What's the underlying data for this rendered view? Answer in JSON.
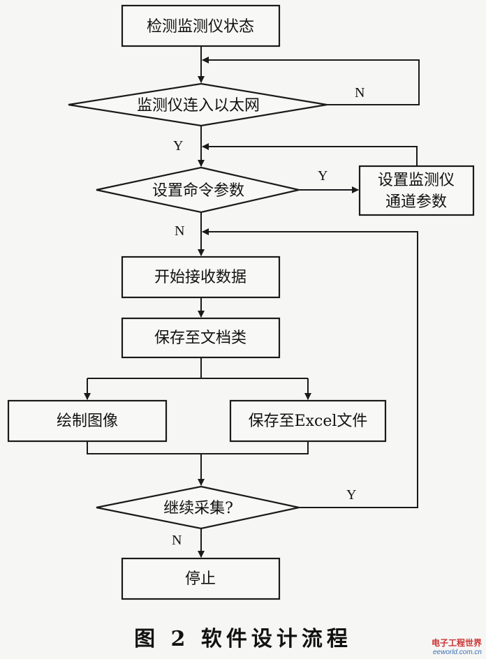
{
  "nodes": {
    "check_status": "检测监测仪状态",
    "connect_ethernet": "监测仪连入以太网",
    "set_command_params": "设置命令参数",
    "set_channel_params_1": "设置监测仪",
    "set_channel_params_2": "通道参数",
    "start_receive": "开始接收数据",
    "save_document": "保存至文档类",
    "draw_image": "绘制图像",
    "save_excel": "保存至Excel文件",
    "continue_collect": "继续采集?",
    "stop": "停止"
  },
  "edges": {
    "connect_no": "N",
    "connect_yes": "Y",
    "params_yes": "Y",
    "params_no": "N",
    "continue_yes": "Y",
    "continue_no": "N"
  },
  "caption": "图 2  软件设计流程",
  "watermark": {
    "brand": "电子工程世界",
    "site": "eeworld.com.cn"
  }
}
